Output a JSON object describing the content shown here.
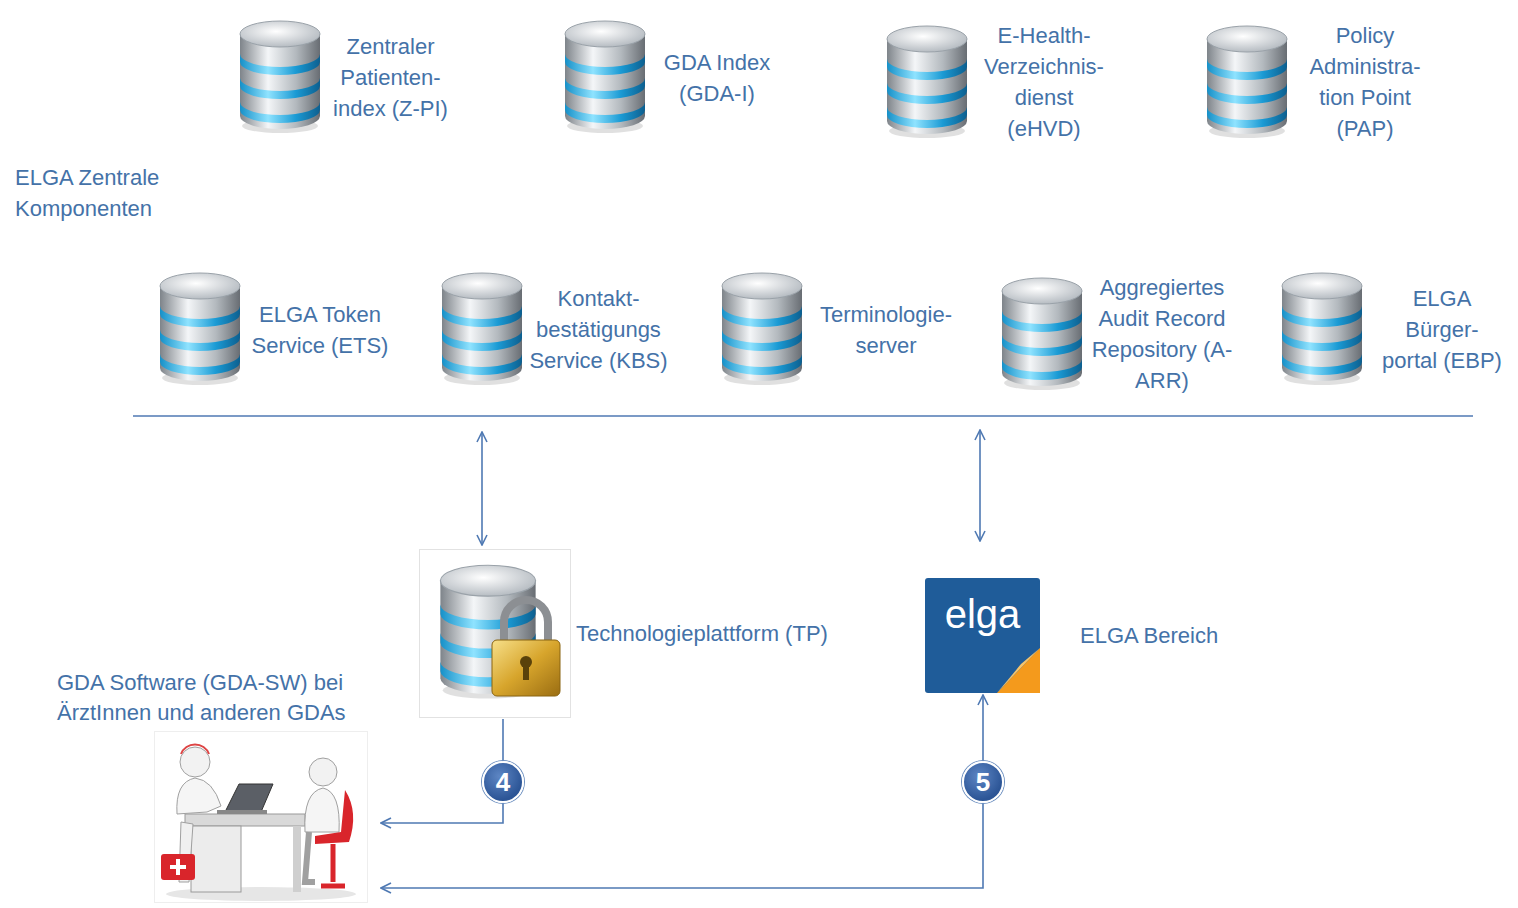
{
  "diagram": {
    "nodes": [
      {
        "text": [
          "Zentraler Patienten- index (Z-PI)"
        ]
      },
      {
        "text": [
          "GDA Index (GDA-I)"
        ]
      },
      {
        "text": [
          "E-Health- Verzeichnis- dienst (eHVD)"
        ]
      },
      {
        "text": [
          "Policy Administra- tion Point (PAP)"
        ]
      },
      {
        "text": [
          "ELGA Token Service (ETS)"
        ]
      },
      {
        "text": [
          "Kontakt- bestätigungs Service (KBS)"
        ]
      },
      {
        "text": [
          "Terminologie- server"
        ]
      },
      {
        "text": [
          "Aggregiertes Audit Record Repository (A-ARR)"
        ]
      },
      {
        "text": [
          "ELGA Bürger- portal (EBP)"
        ]
      },
      {
        "text": [
          "Technologieplattform (TP)"
        ]
      },
      {
        "text": [
          "elga",
          "ELGA Bereich"
        ]
      },
      {
        "text": [
          "GDA Software (GDA-SW) bei ÄrztInnen und anderen GDAs"
        ]
      }
    ],
    "edges": [
      {
        "from": 9,
        "to": 11,
        "arrow": "to",
        "label": "4"
      },
      {
        "from": 10,
        "to": 11,
        "arrow": "both",
        "label": "5"
      }
    ],
    "labels": [
      "ELGA Zentrale Komponenten"
    ]
  }
}
